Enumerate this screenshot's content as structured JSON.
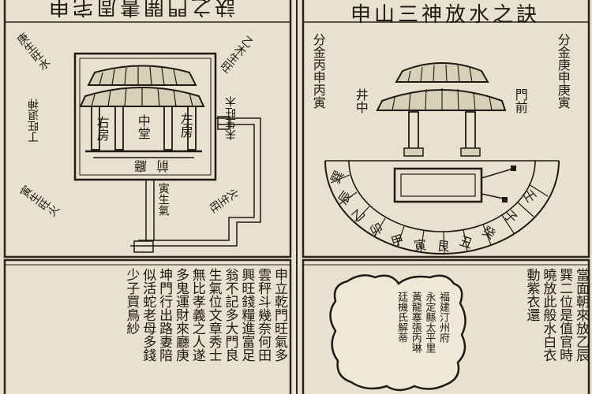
{
  "left_top": {
    "title": "訣之門開書周宅申",
    "corner_labels": [
      "庚生旺水",
      "乙木生旺",
      "丁旺退神",
      "未生旺木",
      "寅生旺火",
      "火生旺"
    ],
    "house_labels": {
      "center": "中堂",
      "left_room": "右房",
      "right_room": "左房",
      "front": "前廳"
    },
    "path_label": "寅生氣"
  },
  "right_top": {
    "title": "申山三神放水之訣",
    "side_left": "分金丙申丙寅",
    "side_right": "分金庚申庚寅",
    "well": "井中",
    "front": "門前",
    "compass_chars": [
      "巽",
      "辰",
      "乙",
      "卯",
      "甲",
      "寅",
      "艮",
      "丑",
      "癸",
      "子",
      "壬"
    ]
  },
  "left_bottom": {
    "columns": [
      "申立乾門旺氣多",
      "雲秤斗幾奈何田",
      "興旺錢糧進富足",
      "翁不記多大門良",
      "生氣位文章秀士",
      "無比孝義之人遂",
      "多鬼運財來廳庚",
      "坤門行出路妻陪",
      "似活蛇老母多錢",
      "少子買鳥紗"
    ]
  },
  "right_bottom": {
    "columns": [
      "當面朝來放乙辰",
      "巽二位是值官時",
      "曉放此般水白衣",
      "動紫衣還"
    ],
    "seal_lines": [
      "福建汀州府",
      "永定縣太平里",
      "黃龍寨張丙琳",
      "廷機氏解蒂"
    ]
  },
  "colors": {
    "paper": "#e9e1cf",
    "ink": "#1e1a14"
  }
}
